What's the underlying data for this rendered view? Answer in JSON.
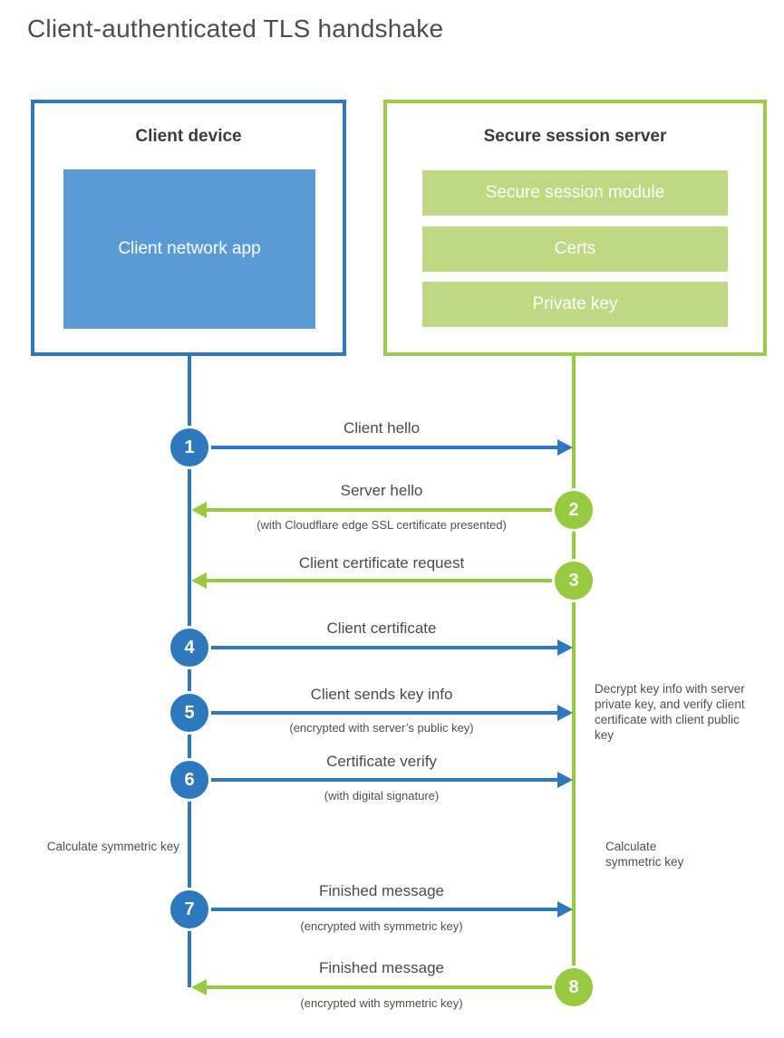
{
  "title": "Client-authenticated TLS handshake",
  "colors": {
    "blue": "#2e78bd",
    "blue_fill": "#5b9bd5",
    "green": "#97ca3e",
    "green_border": "#9cca4c",
    "green_fill": "#bed883",
    "title_text": "#4d4d4d",
    "label_text": "#4a4a4a"
  },
  "client_box": {
    "title": "Client device",
    "app_label": "Client network app"
  },
  "server_box": {
    "title": "Secure session server",
    "modules": [
      "Secure session module",
      "Certs",
      "Private key"
    ]
  },
  "steps": [
    {
      "num": "1",
      "label": "Client hello",
      "sublabel": "",
      "direction": "to-server"
    },
    {
      "num": "2",
      "label": "Server hello",
      "sublabel": "(with Cloudflare edge SSL certificate presented)",
      "direction": "to-client"
    },
    {
      "num": "3",
      "label": "Client certificate request",
      "sublabel": "",
      "direction": "to-client"
    },
    {
      "num": "4",
      "label": "Client certificate",
      "sublabel": "",
      "direction": "to-server"
    },
    {
      "num": "5",
      "label": "Client sends key info",
      "sublabel": "(encrypted with server’s public key)",
      "direction": "to-server"
    },
    {
      "num": "6",
      "label": "Certificate verify",
      "sublabel": "(with digital signature)",
      "direction": "to-server"
    },
    {
      "num": "7",
      "label": "Finished message",
      "sublabel": "(encrypted with symmetric key)",
      "direction": "to-server"
    },
    {
      "num": "8",
      "label": "Finished message",
      "sublabel": "(encrypted with symmetric key)",
      "direction": "to-client"
    }
  ],
  "notes": {
    "decrypt": "Decrypt key info with server private key, and verify client certificate with client public key",
    "calculate_left": "Calculate symmetric key",
    "calculate_right": "Calculate symmetric key"
  }
}
